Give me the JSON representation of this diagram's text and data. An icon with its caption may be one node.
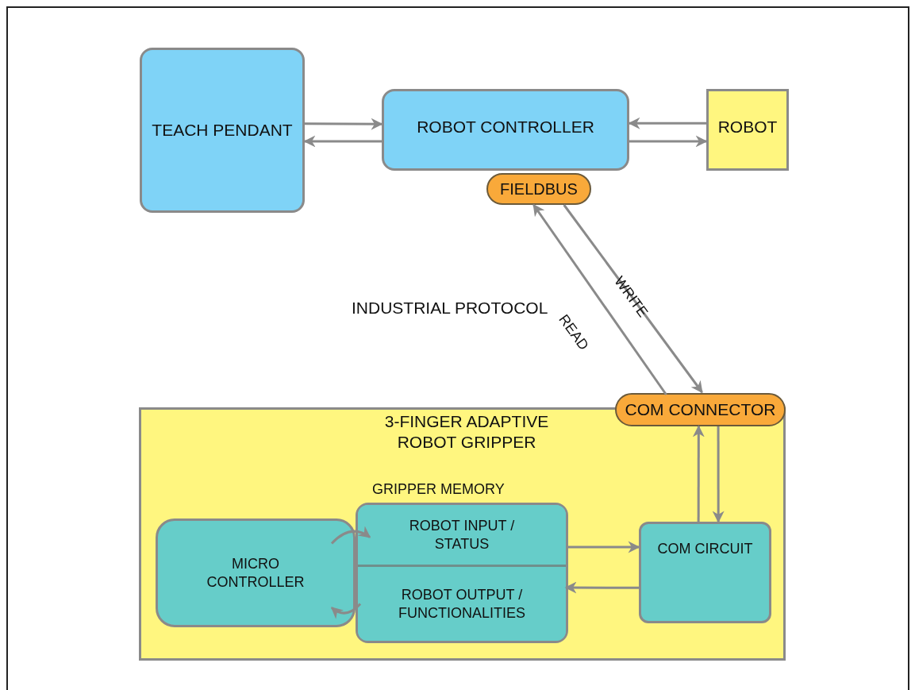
{
  "diagram": {
    "nodes": [
      {
        "text": [
          "TEACH PENDANT"
        ]
      },
      {
        "text": [
          "ROBOT CONTROLLER"
        ]
      },
      {
        "text": [
          "ROBOT"
        ]
      },
      {
        "text": [
          "FIELDBUS"
        ]
      },
      {
        "text": [
          "3-FINGER ADAPTIVE ROBOT GRIPPER"
        ]
      },
      {
        "text": [
          "COM CONNECTOR"
        ]
      },
      {
        "text": [
          "GRIPPER MEMORY"
        ],
        "in": 4
      },
      {
        "text": [
          "ROBOT INPUT / STATUS"
        ],
        "in": 6
      },
      {
        "text": [
          "ROBOT OUTPUT / FUNCTIONALITIES"
        ],
        "in": 6
      },
      {
        "text": [
          "MICRO CONTROLLER"
        ],
        "in": 4
      },
      {
        "text": [
          "COM CIRCUIT"
        ],
        "in": 4
      }
    ],
    "edges": [
      {
        "from": 0,
        "to": 1,
        "arrow": "to"
      },
      {
        "from": 1,
        "to": 0,
        "arrow": "to"
      },
      {
        "from": 2,
        "to": 1,
        "arrow": "to"
      },
      {
        "from": 1,
        "to": 2,
        "arrow": "to"
      },
      {
        "from": 5,
        "to": 3,
        "arrow": "to",
        "label": "READ"
      },
      {
        "from": 3,
        "to": 5,
        "arrow": "to",
        "label": "WRITE"
      },
      {
        "from": 10,
        "to": 5,
        "arrow": "to"
      },
      {
        "from": 5,
        "to": 10,
        "arrow": "to"
      },
      {
        "from": 7,
        "to": 10,
        "arrow": "to"
      },
      {
        "from": 10,
        "to": 8,
        "arrow": "to"
      },
      {
        "from": 9,
        "to": 7,
        "arrow": "to"
      },
      {
        "from": 8,
        "to": 9,
        "arrow": "to"
      }
    ],
    "labels": [
      "INDUSTRIAL PROTOCOL"
    ]
  }
}
